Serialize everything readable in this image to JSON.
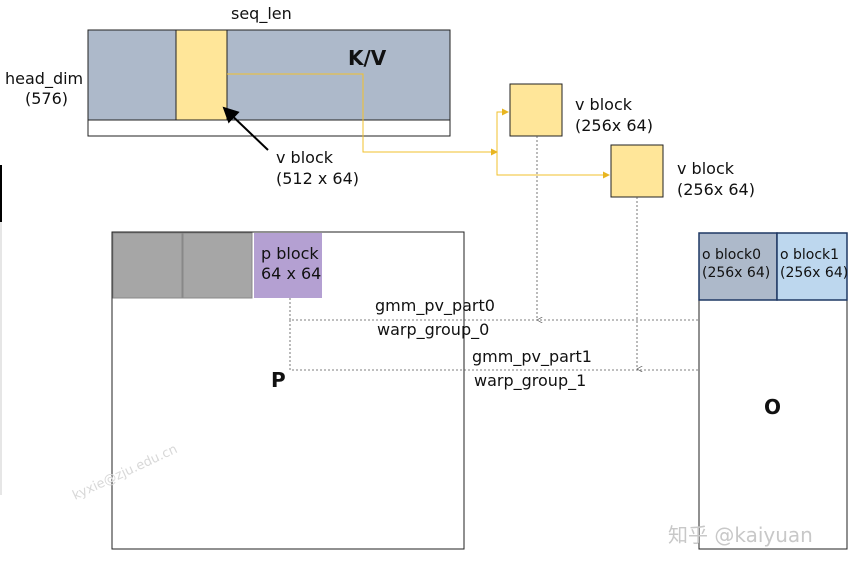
{
  "kv": {
    "title": "K/V",
    "seq_len": "seq_len",
    "head_dim": "head_dim",
    "head_dim_value": "(576)"
  },
  "v_block_main": {
    "label": "v block",
    "size": "(512 x 64)"
  },
  "v_block_0": {
    "label": "v block",
    "size": "(256x 64)"
  },
  "v_block_1": {
    "label": "v block",
    "size": "(256x 64)"
  },
  "p": {
    "title": "P",
    "block_label": "p block",
    "block_size": "64 x 64"
  },
  "gemm": {
    "part0": "gmm_pv_part0",
    "wg0": "warp_group_0",
    "part1": "gmm_pv_part1",
    "wg1": "warp_group_1"
  },
  "o": {
    "title": "O",
    "block0": "o block0",
    "block0_size": "(256x 64)",
    "block1": "o block1",
    "block1_size": "(256x 64)"
  },
  "watermarks": {
    "email": "kyxie@zju.edu.cn",
    "site": "知乎 @kaiyuan"
  },
  "colors": {
    "kv_gray": "#ADB9CA",
    "v_yellow": "#FFE699",
    "p_gray": "#A6A6A6",
    "p_purple": "#B4A0D2",
    "o0": "#ADB9CA",
    "o1": "#BDD7EE",
    "connector": "#F2C12E"
  }
}
